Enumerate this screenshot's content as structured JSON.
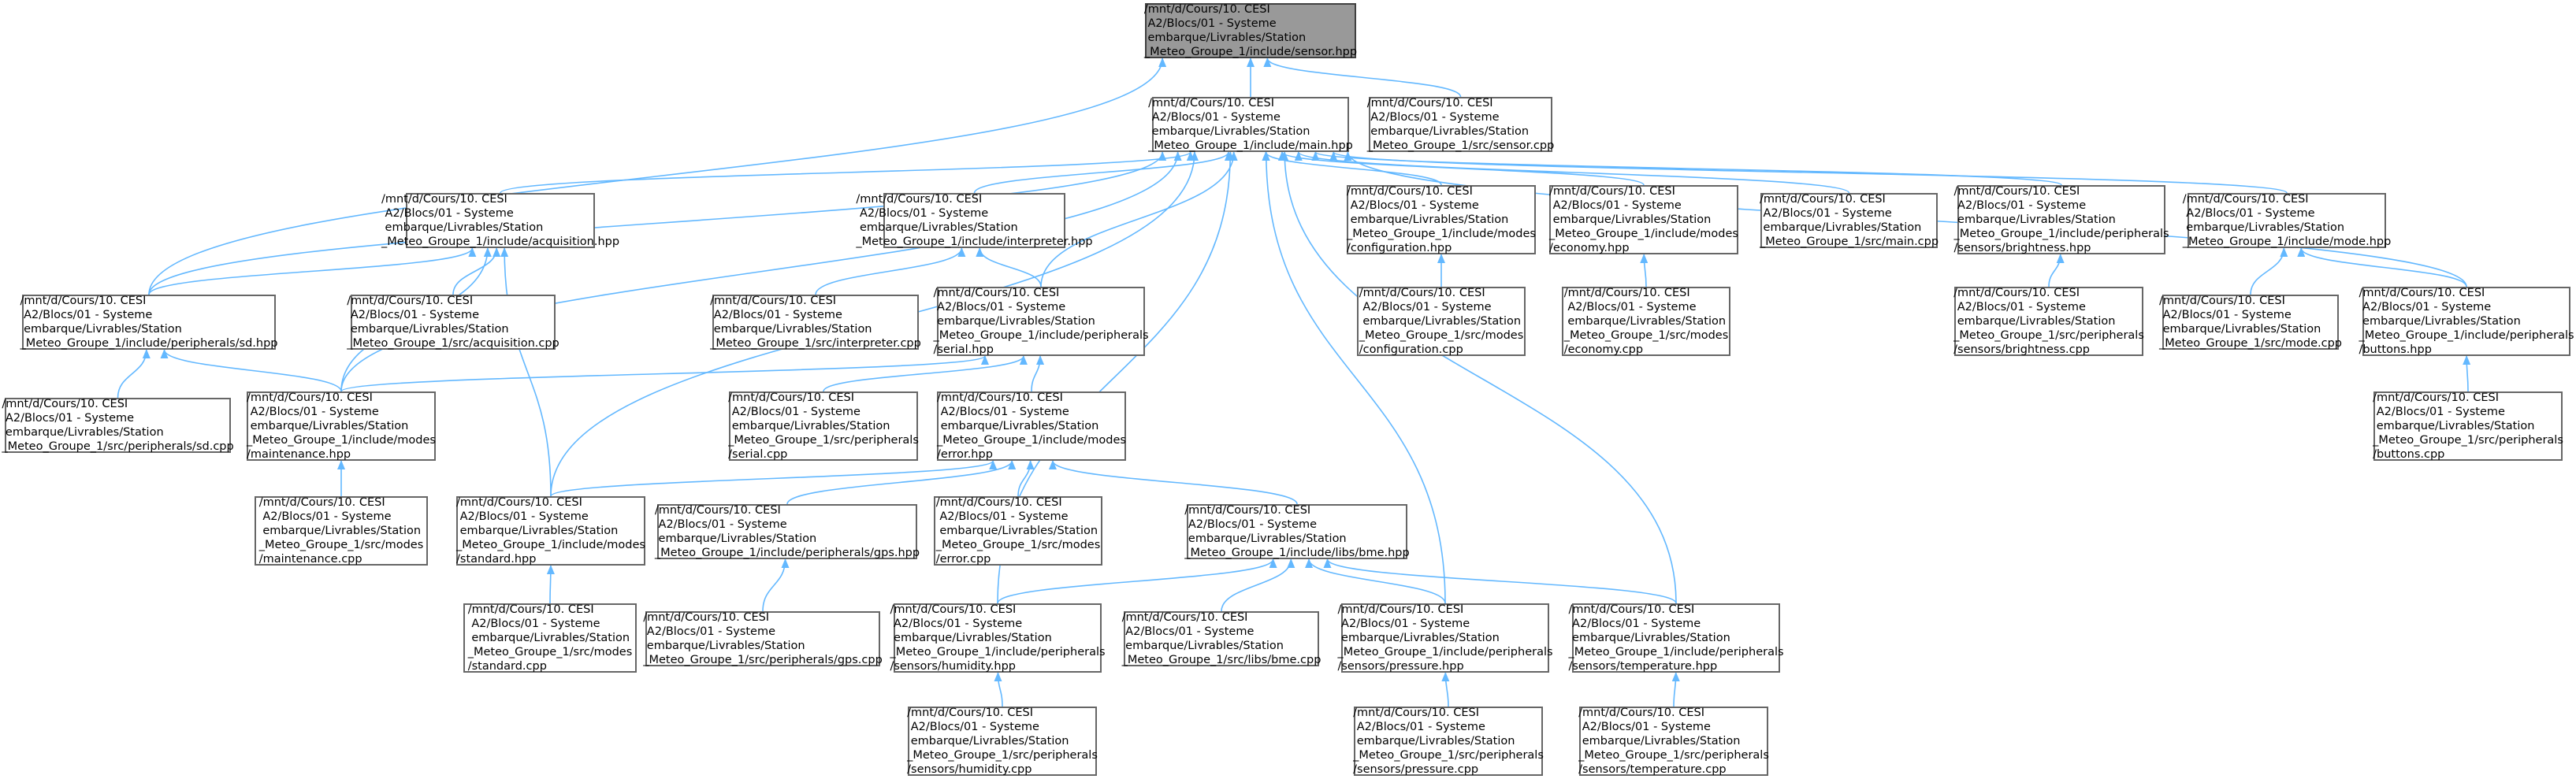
{
  "colors": {
    "edge": "#63b8ff",
    "node_border": "#666666",
    "root_fill": "#999999",
    "root_border": "#404040"
  },
  "nodes": {
    "sensor_hpp": "/mnt/d/Cours/10. CESI\n A2/Blocs/01 - Systeme\n embarque/Livrables/Station\n_Meteo_Groupe_1/include/sensor.hpp",
    "main_hpp": "/mnt/d/Cours/10. CESI\n A2/Blocs/01 - Systeme\n embarque/Livrables/Station\n_Meteo_Groupe_1/include/main.hpp",
    "sensor_cpp": "/mnt/d/Cours/10. CESI\n A2/Blocs/01 - Systeme\n embarque/Livrables/Station\n_Meteo_Groupe_1/src/sensor.cpp",
    "acquisition_hpp": "/mnt/d/Cours/10. CESI\n A2/Blocs/01 - Systeme\n embarque/Livrables/Station\n_Meteo_Groupe_1/include/acquisition.hpp",
    "interpreter_hpp": "/mnt/d/Cours/10. CESI\n A2/Blocs/01 - Systeme\n embarque/Livrables/Station\n_Meteo_Groupe_1/include/interpreter.hpp",
    "configuration_hpp": "/mnt/d/Cours/10. CESI\n A2/Blocs/01 - Systeme\n embarque/Livrables/Station\n_Meteo_Groupe_1/include/modes\n/configuration.hpp",
    "economy_hpp": "/mnt/d/Cours/10. CESI\n A2/Blocs/01 - Systeme\n embarque/Livrables/Station\n_Meteo_Groupe_1/include/modes\n/economy.hpp",
    "main_cpp": "/mnt/d/Cours/10. CESI\n A2/Blocs/01 - Systeme\n embarque/Livrables/Station\n_Meteo_Groupe_1/src/main.cpp",
    "brightness_hpp": "/mnt/d/Cours/10. CESI\n A2/Blocs/01 - Systeme\n embarque/Livrables/Station\n_Meteo_Groupe_1/include/peripherals\n/sensors/brightness.hpp",
    "mode_hpp": "/mnt/d/Cours/10. CESI\n A2/Blocs/01 - Systeme\n embarque/Livrables/Station\n_Meteo_Groupe_1/include/mode.hpp",
    "sd_hpp": "/mnt/d/Cours/10. CESI\n A2/Blocs/01 - Systeme\n embarque/Livrables/Station\n_Meteo_Groupe_1/include/peripherals/sd.hpp",
    "acquisition_cpp": "/mnt/d/Cours/10. CESI\n A2/Blocs/01 - Systeme\n embarque/Livrables/Station\n_Meteo_Groupe_1/src/acquisition.cpp",
    "interpreter_cpp": "/mnt/d/Cours/10. CESI\n A2/Blocs/01 - Systeme\n embarque/Livrables/Station\n_Meteo_Groupe_1/src/interpreter.cpp",
    "serial_hpp": "/mnt/d/Cours/10. CESI\n A2/Blocs/01 - Systeme\n embarque/Livrables/Station\n_Meteo_Groupe_1/include/peripherals\n/serial.hpp",
    "configuration_cpp": "/mnt/d/Cours/10. CESI\n A2/Blocs/01 - Systeme\n embarque/Livrables/Station\n_Meteo_Groupe_1/src/modes\n/configuration.cpp",
    "economy_cpp": "/mnt/d/Cours/10. CESI\n A2/Blocs/01 - Systeme\n embarque/Livrables/Station\n_Meteo_Groupe_1/src/modes\n/economy.cpp",
    "brightness_cpp": "/mnt/d/Cours/10. CESI\n A2/Blocs/01 - Systeme\n embarque/Livrables/Station\n_Meteo_Groupe_1/src/peripherals\n/sensors/brightness.cpp",
    "mode_cpp": "/mnt/d/Cours/10. CESI\n A2/Blocs/01 - Systeme\n embarque/Livrables/Station\n_Meteo_Groupe_1/src/mode.cpp",
    "buttons_hpp": "/mnt/d/Cours/10. CESI\n A2/Blocs/01 - Systeme\n embarque/Livrables/Station\n_Meteo_Groupe_1/include/peripherals\n/buttons.hpp",
    "sd_cpp": "/mnt/d/Cours/10. CESI\n A2/Blocs/01 - Systeme\n embarque/Livrables/Station\n_Meteo_Groupe_1/src/peripherals/sd.cpp",
    "maintenance_hpp": "/mnt/d/Cours/10. CESI\n A2/Blocs/01 - Systeme\n embarque/Livrables/Station\n_Meteo_Groupe_1/include/modes\n/maintenance.hpp",
    "serial_cpp": "/mnt/d/Cours/10. CESI\n A2/Blocs/01 - Systeme\n embarque/Livrables/Station\n_Meteo_Groupe_1/src/peripherals\n/serial.cpp",
    "error_hpp": "/mnt/d/Cours/10. CESI\n A2/Blocs/01 - Systeme\n embarque/Livrables/Station\n_Meteo_Groupe_1/include/modes\n/error.hpp",
    "buttons_cpp": "/mnt/d/Cours/10. CESI\n A2/Blocs/01 - Systeme\n embarque/Livrables/Station\n_Meteo_Groupe_1/src/peripherals\n/buttons.cpp",
    "maintenance_cpp": "/mnt/d/Cours/10. CESI\n A2/Blocs/01 - Systeme\n embarque/Livrables/Station\n_Meteo_Groupe_1/src/modes\n/maintenance.cpp",
    "standard_hpp": "/mnt/d/Cours/10. CESI\n A2/Blocs/01 - Systeme\n embarque/Livrables/Station\n_Meteo_Groupe_1/include/modes\n/standard.hpp",
    "gps_hpp": "/mnt/d/Cours/10. CESI\n A2/Blocs/01 - Systeme\n embarque/Livrables/Station\n_Meteo_Groupe_1/include/peripherals/gps.hpp",
    "error_cpp": "/mnt/d/Cours/10. CESI\n A2/Blocs/01 - Systeme\n embarque/Livrables/Station\n_Meteo_Groupe_1/src/modes\n/error.cpp",
    "bme_hpp": "/mnt/d/Cours/10. CESI\n A2/Blocs/01 - Systeme\n embarque/Livrables/Station\n_Meteo_Groupe_1/include/libs/bme.hpp",
    "standard_cpp": "/mnt/d/Cours/10. CESI\n A2/Blocs/01 - Systeme\n embarque/Livrables/Station\n_Meteo_Groupe_1/src/modes\n/standard.cpp",
    "gps_cpp": "/mnt/d/Cours/10. CESI\n A2/Blocs/01 - Systeme\n embarque/Livrables/Station\n_Meteo_Groupe_1/src/peripherals/gps.cpp",
    "humidity_hpp": "/mnt/d/Cours/10. CESI\n A2/Blocs/01 - Systeme\n embarque/Livrables/Station\n_Meteo_Groupe_1/include/peripherals\n/sensors/humidity.hpp",
    "bme_cpp": "/mnt/d/Cours/10. CESI\n A2/Blocs/01 - Systeme\n embarque/Livrables/Station\n_Meteo_Groupe_1/src/libs/bme.cpp",
    "pressure_hpp": "/mnt/d/Cours/10. CESI\n A2/Blocs/01 - Systeme\n embarque/Livrables/Station\n_Meteo_Groupe_1/include/peripherals\n/sensors/pressure.hpp",
    "temperature_hpp": "/mnt/d/Cours/10. CESI\n A2/Blocs/01 - Systeme\n embarque/Livrables/Station\n_Meteo_Groupe_1/include/peripherals\n/sensors/temperature.hpp",
    "humidity_cpp": "/mnt/d/Cours/10. CESI\n A2/Blocs/01 - Systeme\n embarque/Livrables/Station\n_Meteo_Groupe_1/src/peripherals\n/sensors/humidity.cpp",
    "pressure_cpp": "/mnt/d/Cours/10. CESI\n A2/Blocs/01 - Systeme\n embarque/Livrables/Station\n_Meteo_Groupe_1/src/peripherals\n/sensors/pressure.cpp",
    "temperature_cpp": "/mnt/d/Cours/10. CESI\n A2/Blocs/01 - Systeme\n embarque/Livrables/Station\n_Meteo_Groupe_1/src/peripherals\n/sensors/temperature.cpp"
  },
  "edges": [
    [
      "sensor_hpp",
      "main_hpp"
    ],
    [
      "sensor_hpp",
      "sensor_cpp"
    ],
    [
      "sensor_hpp",
      "sd_hpp"
    ],
    [
      "main_hpp",
      "acquisition_hpp"
    ],
    [
      "main_hpp",
      "interpreter_hpp"
    ],
    [
      "main_hpp",
      "configuration_hpp"
    ],
    [
      "main_hpp",
      "economy_hpp"
    ],
    [
      "main_hpp",
      "main_cpp"
    ],
    [
      "main_hpp",
      "brightness_hpp"
    ],
    [
      "main_hpp",
      "mode_hpp"
    ],
    [
      "main_hpp",
      "sd_hpp"
    ],
    [
      "main_hpp",
      "serial_hpp"
    ],
    [
      "main_hpp",
      "buttons_hpp"
    ],
    [
      "main_hpp",
      "maintenance_hpp"
    ],
    [
      "main_hpp",
      "standard_hpp"
    ],
    [
      "main_hpp",
      "humidity_hpp"
    ],
    [
      "main_hpp",
      "pressure_hpp"
    ],
    [
      "main_hpp",
      "temperature_hpp"
    ],
    [
      "acquisition_hpp",
      "sd_hpp"
    ],
    [
      "acquisition_hpp",
      "acquisition_cpp"
    ],
    [
      "acquisition_hpp",
      "maintenance_hpp"
    ],
    [
      "acquisition_hpp",
      "standard_hpp"
    ],
    [
      "interpreter_hpp",
      "interpreter_cpp"
    ],
    [
      "interpreter_hpp",
      "serial_hpp"
    ],
    [
      "configuration_hpp",
      "configuration_cpp"
    ],
    [
      "economy_hpp",
      "economy_cpp"
    ],
    [
      "brightness_hpp",
      "brightness_cpp"
    ],
    [
      "mode_hpp",
      "mode_cpp"
    ],
    [
      "mode_hpp",
      "buttons_hpp"
    ],
    [
      "buttons_hpp",
      "buttons_cpp"
    ],
    [
      "sd_hpp",
      "sd_cpp"
    ],
    [
      "sd_hpp",
      "maintenance_hpp"
    ],
    [
      "serial_hpp",
      "maintenance_hpp"
    ],
    [
      "serial_hpp",
      "serial_cpp"
    ],
    [
      "serial_hpp",
      "error_hpp"
    ],
    [
      "maintenance_hpp",
      "maintenance_cpp"
    ],
    [
      "error_hpp",
      "standard_hpp"
    ],
    [
      "error_hpp",
      "gps_hpp"
    ],
    [
      "error_hpp",
      "error_cpp"
    ],
    [
      "error_hpp",
      "bme_hpp"
    ],
    [
      "standard_hpp",
      "standard_cpp"
    ],
    [
      "gps_hpp",
      "gps_cpp"
    ],
    [
      "bme_hpp",
      "humidity_hpp"
    ],
    [
      "bme_hpp",
      "bme_cpp"
    ],
    [
      "bme_hpp",
      "pressure_hpp"
    ],
    [
      "bme_hpp",
      "temperature_hpp"
    ],
    [
      "humidity_hpp",
      "humidity_cpp"
    ],
    [
      "pressure_hpp",
      "pressure_cpp"
    ],
    [
      "temperature_hpp",
      "temperature_cpp"
    ]
  ]
}
